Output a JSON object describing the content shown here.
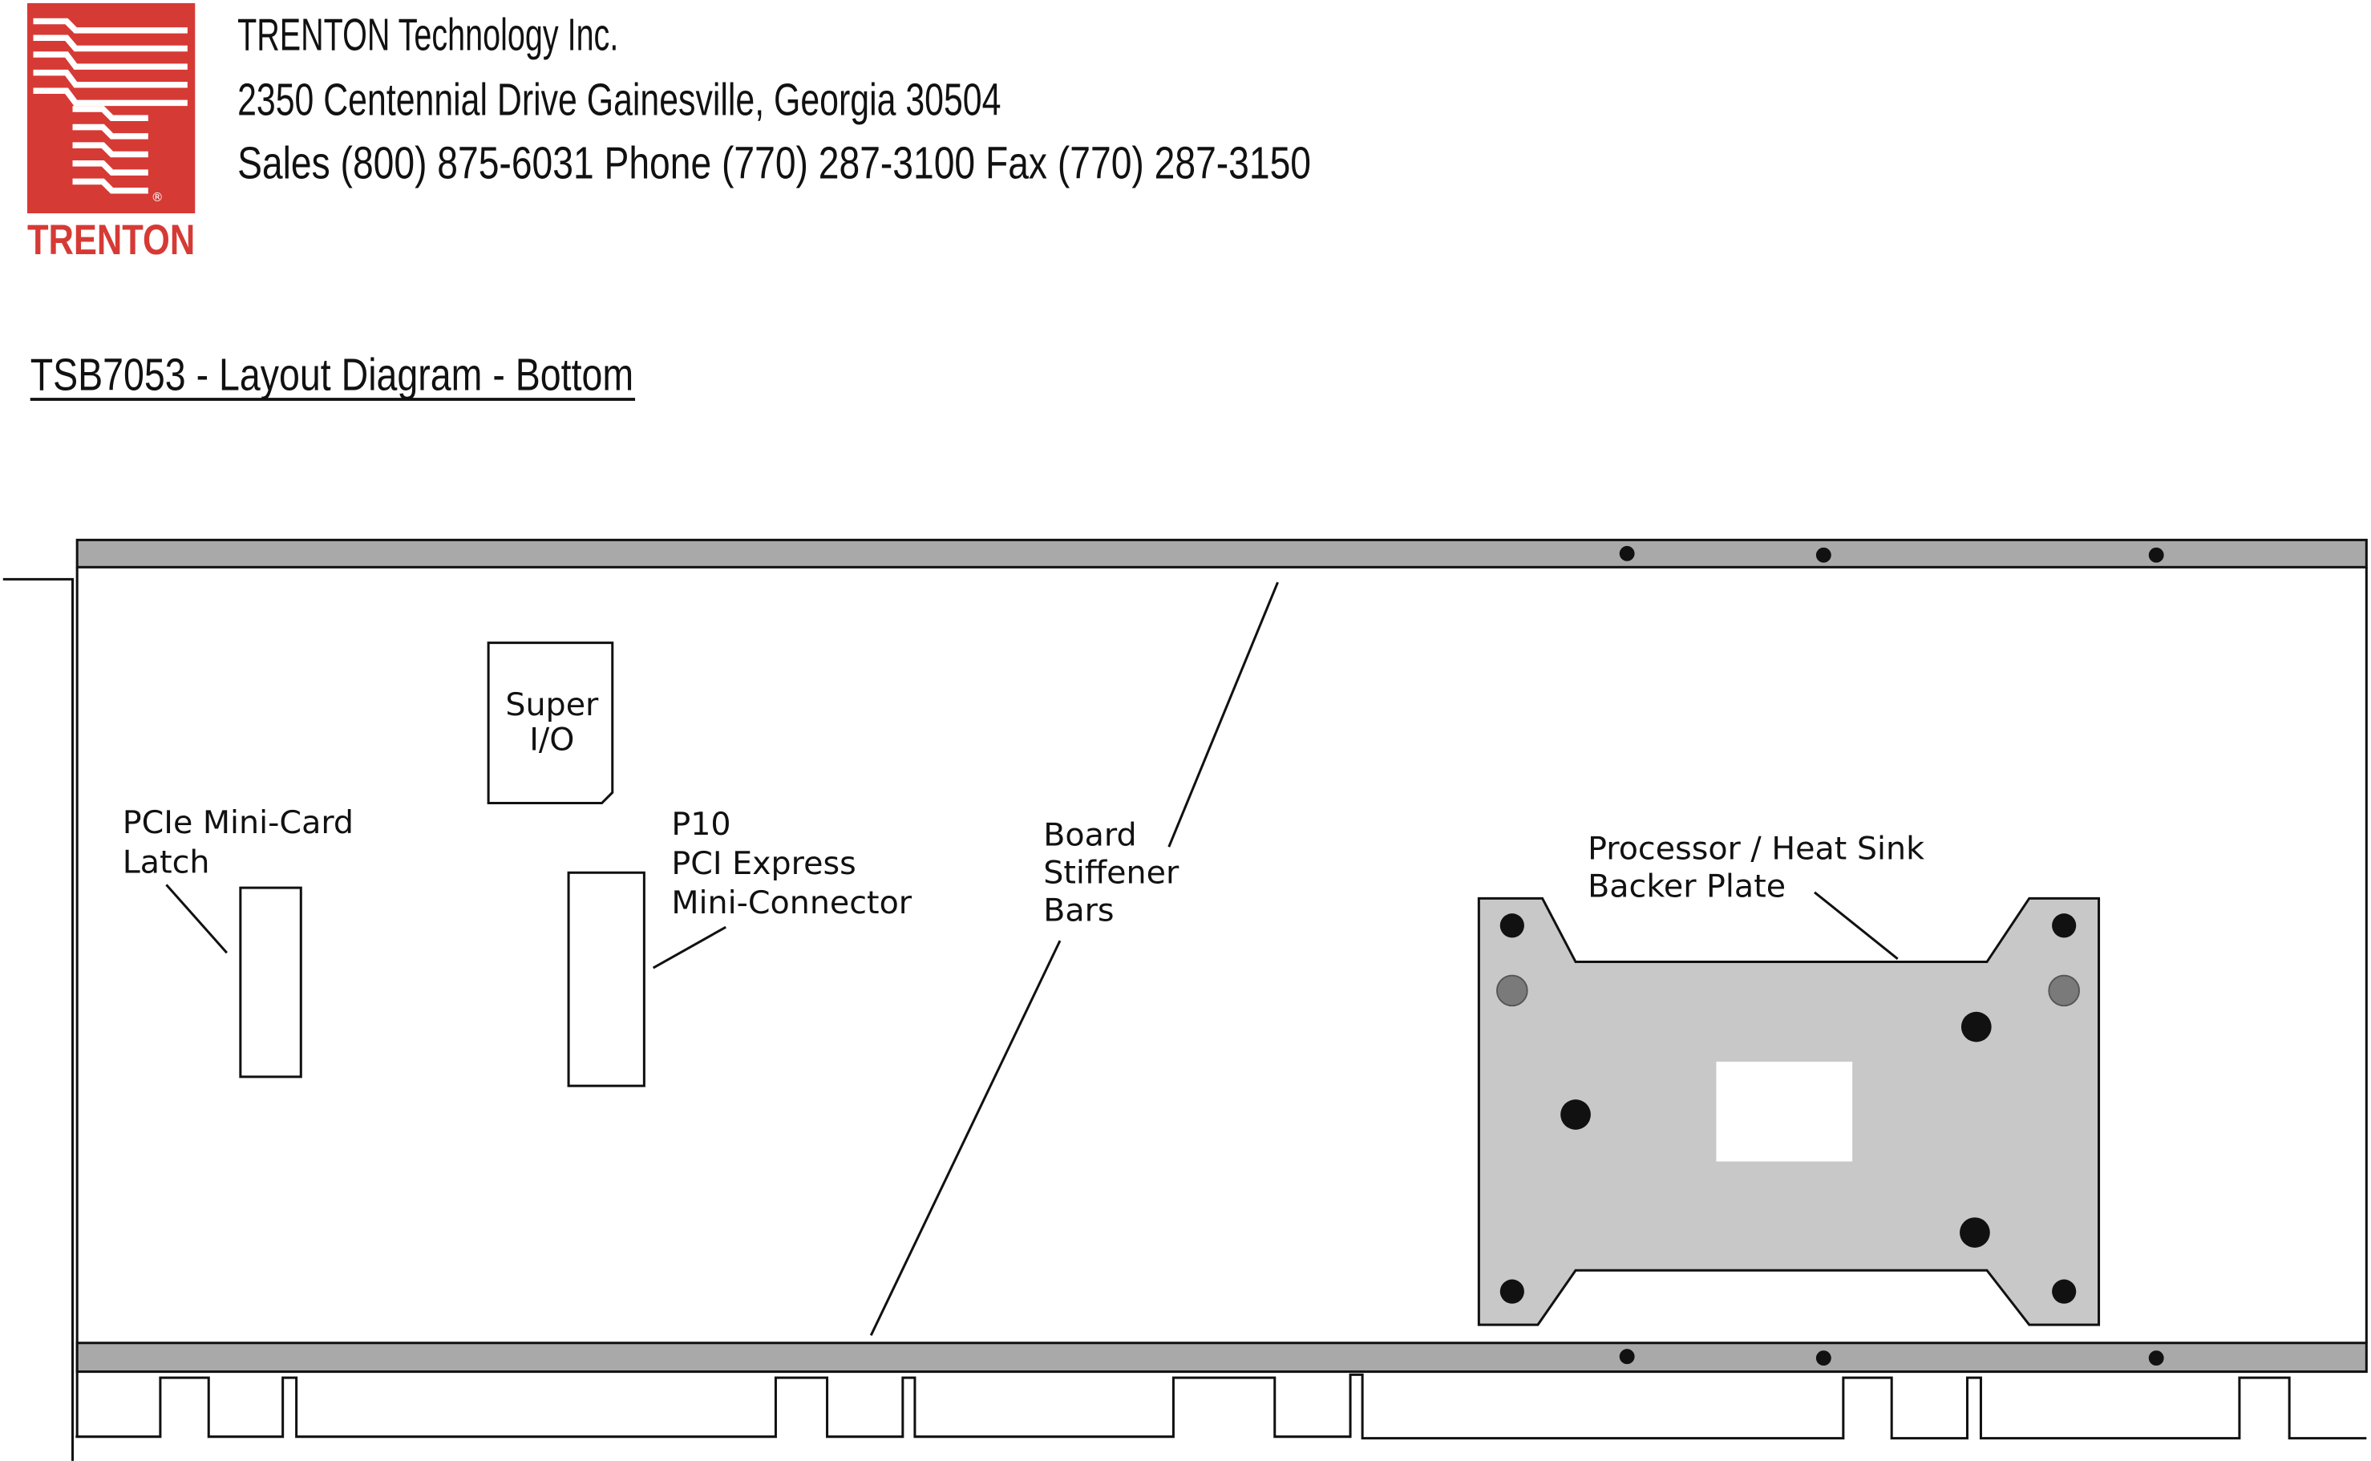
{
  "header": {
    "logo_text": "TRENTON",
    "company": "TRENTON Technology Inc.",
    "address": "2350 Centennial Drive  Gainesville, Georgia 30504",
    "contacts": "Sales (800) 875-6031  Phone (770) 287-3100  Fax (770) 287-3150"
  },
  "title": "TSB7053 - Layout Diagram - Bottom",
  "labels": {
    "super_io": [
      "Super",
      "I/O"
    ],
    "mini_card_latch": [
      "PCIe Mini-Card",
      "Latch"
    ],
    "p10": [
      "P10",
      "PCI Express",
      "Mini-Connector"
    ],
    "stiffener": [
      "Board",
      "Stiffener",
      "Bars"
    ],
    "processor": [
      "Processor / Heat Sink",
      "Backer Plate"
    ]
  },
  "colors": {
    "brand_red": "#d63a35",
    "bar_gray": "#a9a9a9",
    "plate_gray": "#c8c8c8"
  }
}
